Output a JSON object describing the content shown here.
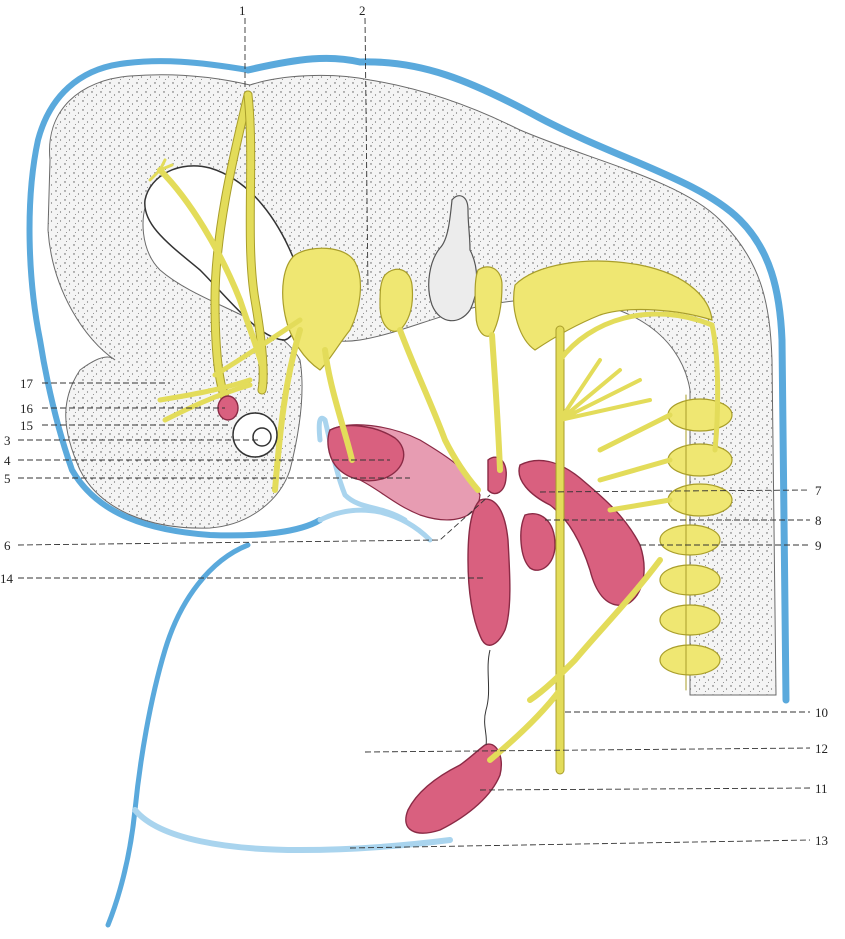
{
  "diagram": {
    "colors": {
      "nerve": "#e3dc5a",
      "ganglion": "#efe772",
      "muscle": "#d9607f",
      "muscle_light": "#e79cb2",
      "epithelium": "#5aa9dc",
      "neural_tissue": "#c9c9c9"
    },
    "labels": {
      "l1": "1",
      "l2": "2",
      "l3": "3",
      "l4": "4",
      "l5": "5",
      "l6": "6",
      "l7": "7",
      "l8": "8",
      "l9": "9",
      "l10": "10",
      "l11": "11",
      "l12": "12",
      "l13": "13",
      "l14": "14",
      "l15": "15",
      "l16": "16",
      "l17": "17"
    }
  }
}
